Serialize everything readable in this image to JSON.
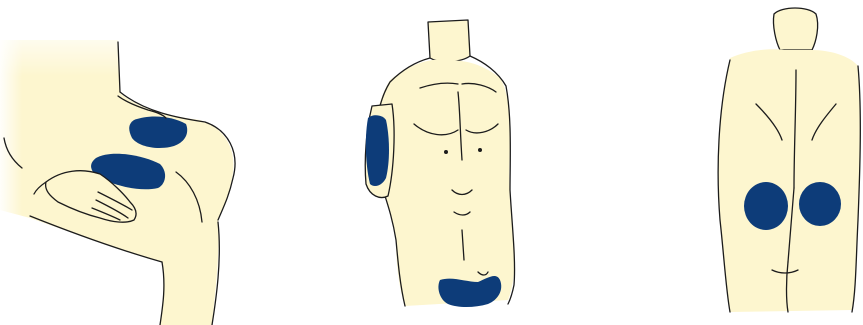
{
  "colors": {
    "background": "#ffffff",
    "skin": "#fdf6cf",
    "injection_site": "#0d3c79",
    "outline": "#1c1c1c"
  },
  "figures": [
    {
      "view": "seated-side",
      "sites": [
        "thigh-upper",
        "thigh-front"
      ]
    },
    {
      "view": "front-torso",
      "sites": [
        "upper-arm",
        "abdomen"
      ]
    },
    {
      "view": "back",
      "sites": [
        "buttock-left",
        "buttock-right"
      ]
    }
  ]
}
